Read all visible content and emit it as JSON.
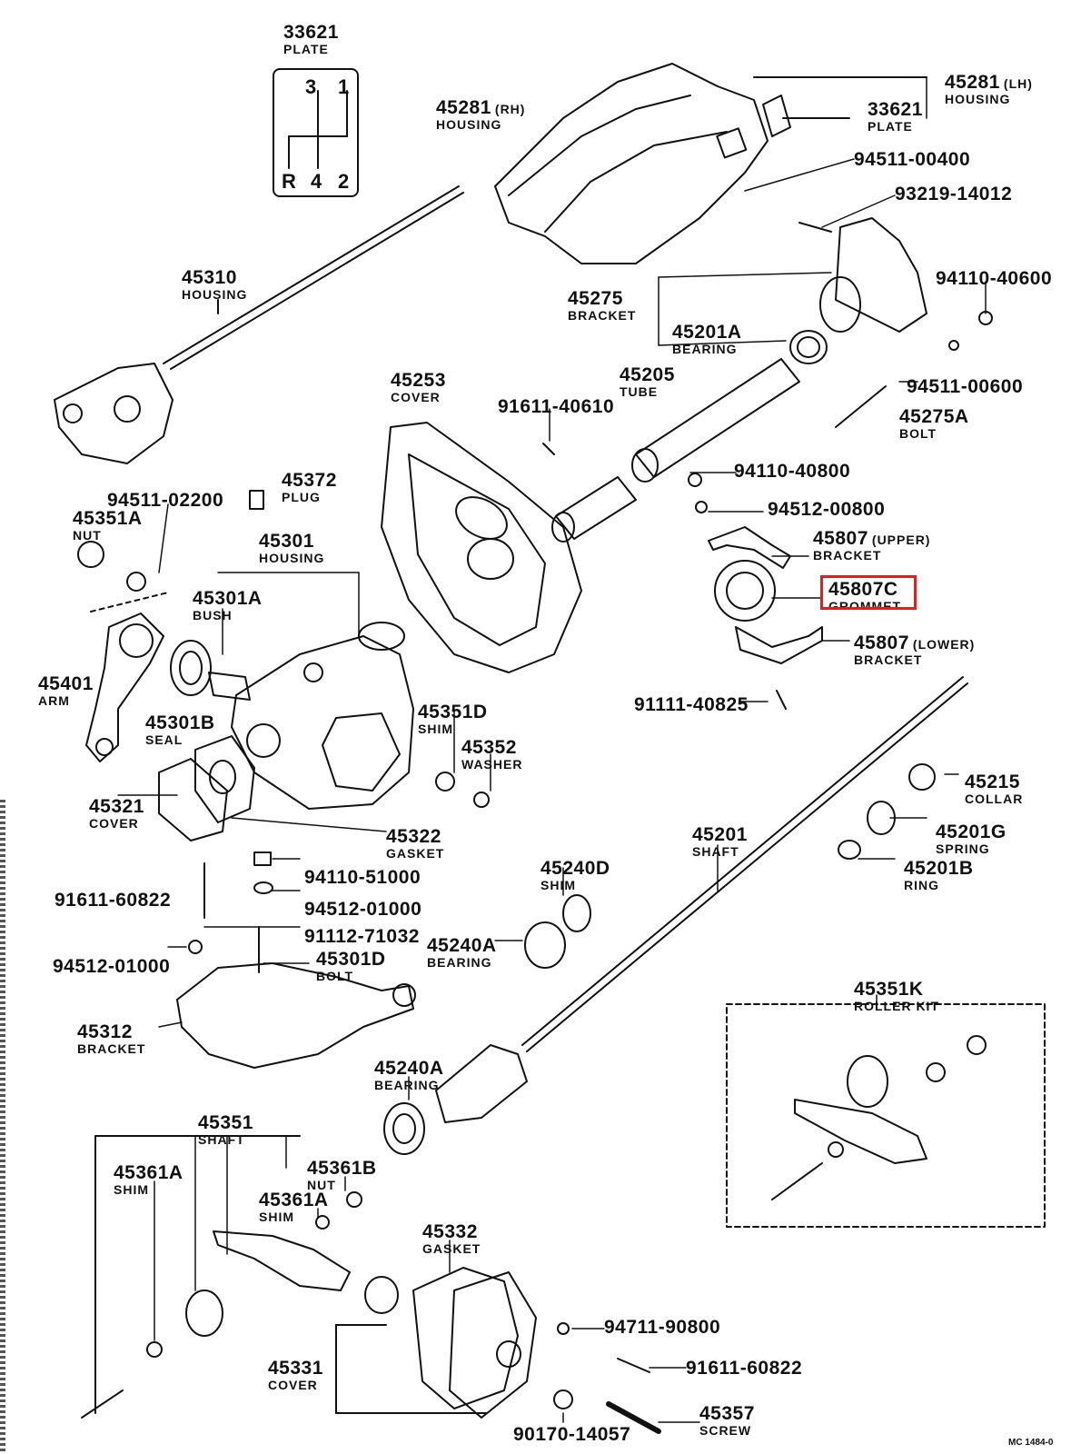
{
  "diagram": {
    "shift_plate": {
      "positions": [
        "3",
        "1",
        "R",
        "4",
        "2"
      ]
    },
    "highlight_color": "#e02020",
    "footer_code": "MC 1484-0",
    "labels": [
      {
        "id": "33621-top",
        "part": "33621",
        "name": "PLATE",
        "tag": ""
      },
      {
        "id": "45281-rh",
        "part": "45281",
        "name": "HOUSING",
        "tag": "(RH)"
      },
      {
        "id": "45281-lh",
        "part": "45281",
        "name": "HOUSING",
        "tag": "(LH)"
      },
      {
        "id": "33621-right",
        "part": "33621",
        "name": "PLATE",
        "tag": ""
      },
      {
        "id": "94511-00400",
        "part": "94511-00400",
        "name": "",
        "tag": ""
      },
      {
        "id": "93219-14012",
        "part": "93219-14012",
        "name": "",
        "tag": ""
      },
      {
        "id": "45310",
        "part": "45310",
        "name": "HOUSING",
        "tag": ""
      },
      {
        "id": "45275",
        "part": "45275",
        "name": "BRACKET",
        "tag": ""
      },
      {
        "id": "94110-40600",
        "part": "94110-40600",
        "name": "",
        "tag": ""
      },
      {
        "id": "45201A",
        "part": "45201A",
        "name": "BEARING",
        "tag": ""
      },
      {
        "id": "45253",
        "part": "45253",
        "name": "COVER",
        "tag": ""
      },
      {
        "id": "45205",
        "part": "45205",
        "name": "TUBE",
        "tag": ""
      },
      {
        "id": "94511-00600",
        "part": "94511-00600",
        "name": "",
        "tag": ""
      },
      {
        "id": "91611-40610",
        "part": "91611-40610",
        "name": "",
        "tag": ""
      },
      {
        "id": "45275A",
        "part": "45275A",
        "name": "BOLT",
        "tag": ""
      },
      {
        "id": "94110-40800",
        "part": "94110-40800",
        "name": "",
        "tag": ""
      },
      {
        "id": "45372",
        "part": "45372",
        "name": "PLUG",
        "tag": ""
      },
      {
        "id": "94511-02200",
        "part": "94511-02200",
        "name": "",
        "tag": ""
      },
      {
        "id": "45351A",
        "part": "45351A",
        "name": "NUT",
        "tag": ""
      },
      {
        "id": "94512-00800",
        "part": "94512-00800",
        "name": "",
        "tag": ""
      },
      {
        "id": "45301",
        "part": "45301",
        "name": "HOUSING",
        "tag": ""
      },
      {
        "id": "45807-upper",
        "part": "45807",
        "name": "BRACKET",
        "tag": "(UPPER)"
      },
      {
        "id": "45807C",
        "part": "45807C",
        "name": "GROMMET",
        "tag": ""
      },
      {
        "id": "45301A",
        "part": "45301A",
        "name": "BUSH",
        "tag": ""
      },
      {
        "id": "45807-lower",
        "part": "45807",
        "name": "BRACKET",
        "tag": "(LOWER)"
      },
      {
        "id": "45401",
        "part": "45401",
        "name": "ARM",
        "tag": ""
      },
      {
        "id": "91111-40825",
        "part": "91111-40825",
        "name": "",
        "tag": ""
      },
      {
        "id": "45301B",
        "part": "45301B",
        "name": "SEAL",
        "tag": ""
      },
      {
        "id": "45351D",
        "part": "45351D",
        "name": "SHIM",
        "tag": ""
      },
      {
        "id": "45352",
        "part": "45352",
        "name": "WASHER",
        "tag": ""
      },
      {
        "id": "45215",
        "part": "45215",
        "name": "COLLAR",
        "tag": ""
      },
      {
        "id": "45321",
        "part": "45321",
        "name": "COVER",
        "tag": ""
      },
      {
        "id": "45322",
        "part": "45322",
        "name": "GASKET",
        "tag": ""
      },
      {
        "id": "45201G",
        "part": "45201G",
        "name": "SPRING",
        "tag": ""
      },
      {
        "id": "45201",
        "part": "45201",
        "name": "SHAFT",
        "tag": ""
      },
      {
        "id": "45201B",
        "part": "45201B",
        "name": "RING",
        "tag": ""
      },
      {
        "id": "91611-60822-left",
        "part": "91611-60822",
        "name": "",
        "tag": ""
      },
      {
        "id": "94110-51000",
        "part": "94110-51000",
        "name": "",
        "tag": ""
      },
      {
        "id": "45240D",
        "part": "45240D",
        "name": "SHIM",
        "tag": ""
      },
      {
        "id": "94512-01000-a",
        "part": "94512-01000",
        "name": "",
        "tag": ""
      },
      {
        "id": "91112-71032",
        "part": "91112-71032",
        "name": "",
        "tag": ""
      },
      {
        "id": "45240A-upper",
        "part": "45240A",
        "name": "BEARING",
        "tag": ""
      },
      {
        "id": "94512-01000-b",
        "part": "94512-01000",
        "name": "",
        "tag": ""
      },
      {
        "id": "45301D",
        "part": "45301D",
        "name": "BOLT",
        "tag": ""
      },
      {
        "id": "45351K",
        "part": "45351K",
        "name": "ROLLER KIT",
        "tag": ""
      },
      {
        "id": "45312",
        "part": "45312",
        "name": "BRACKET",
        "tag": ""
      },
      {
        "id": "45240A-lower",
        "part": "45240A",
        "name": "BEARING",
        "tag": ""
      },
      {
        "id": "45351",
        "part": "45351",
        "name": "SHAFT",
        "tag": ""
      },
      {
        "id": "45361A-a",
        "part": "45361A",
        "name": "SHIM",
        "tag": ""
      },
      {
        "id": "45361B",
        "part": "45361B",
        "name": "NUT",
        "tag": ""
      },
      {
        "id": "45361A-b",
        "part": "45361A",
        "name": "SHIM",
        "tag": ""
      },
      {
        "id": "45332",
        "part": "45332",
        "name": "GASKET",
        "tag": ""
      },
      {
        "id": "94711-90800",
        "part": "94711-90800",
        "name": "",
        "tag": ""
      },
      {
        "id": "91611-60822-right",
        "part": "91611-60822",
        "name": "",
        "tag": ""
      },
      {
        "id": "45331",
        "part": "45331",
        "name": "COVER",
        "tag": ""
      },
      {
        "id": "45357",
        "part": "45357",
        "name": "SCREW",
        "tag": ""
      },
      {
        "id": "90170-14057",
        "part": "90170-14057",
        "name": "",
        "tag": ""
      }
    ]
  }
}
